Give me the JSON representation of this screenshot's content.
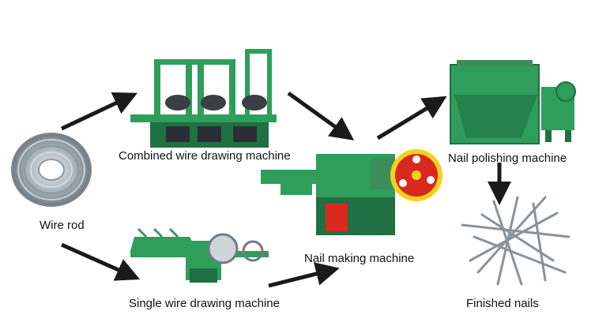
{
  "stages": {
    "wire_rod": {
      "label": "Wire rod"
    },
    "combined_drawing": {
      "label": "Combined wire drawing machine"
    },
    "single_drawing": {
      "label": "Single wire drawing machine"
    },
    "nail_making": {
      "label": "Nail making machine"
    },
    "polishing": {
      "label": "Nail polishing machine"
    },
    "finished": {
      "label": "Finished nails"
    }
  },
  "colors": {
    "machine_green": "#2e9e5a",
    "machine_dark_green": "#1f7042",
    "wheel_red": "#d9281f",
    "wheel_yellow": "#f2d21c",
    "steel": "#9aa3aa",
    "arrow": "#1a1a1a"
  }
}
